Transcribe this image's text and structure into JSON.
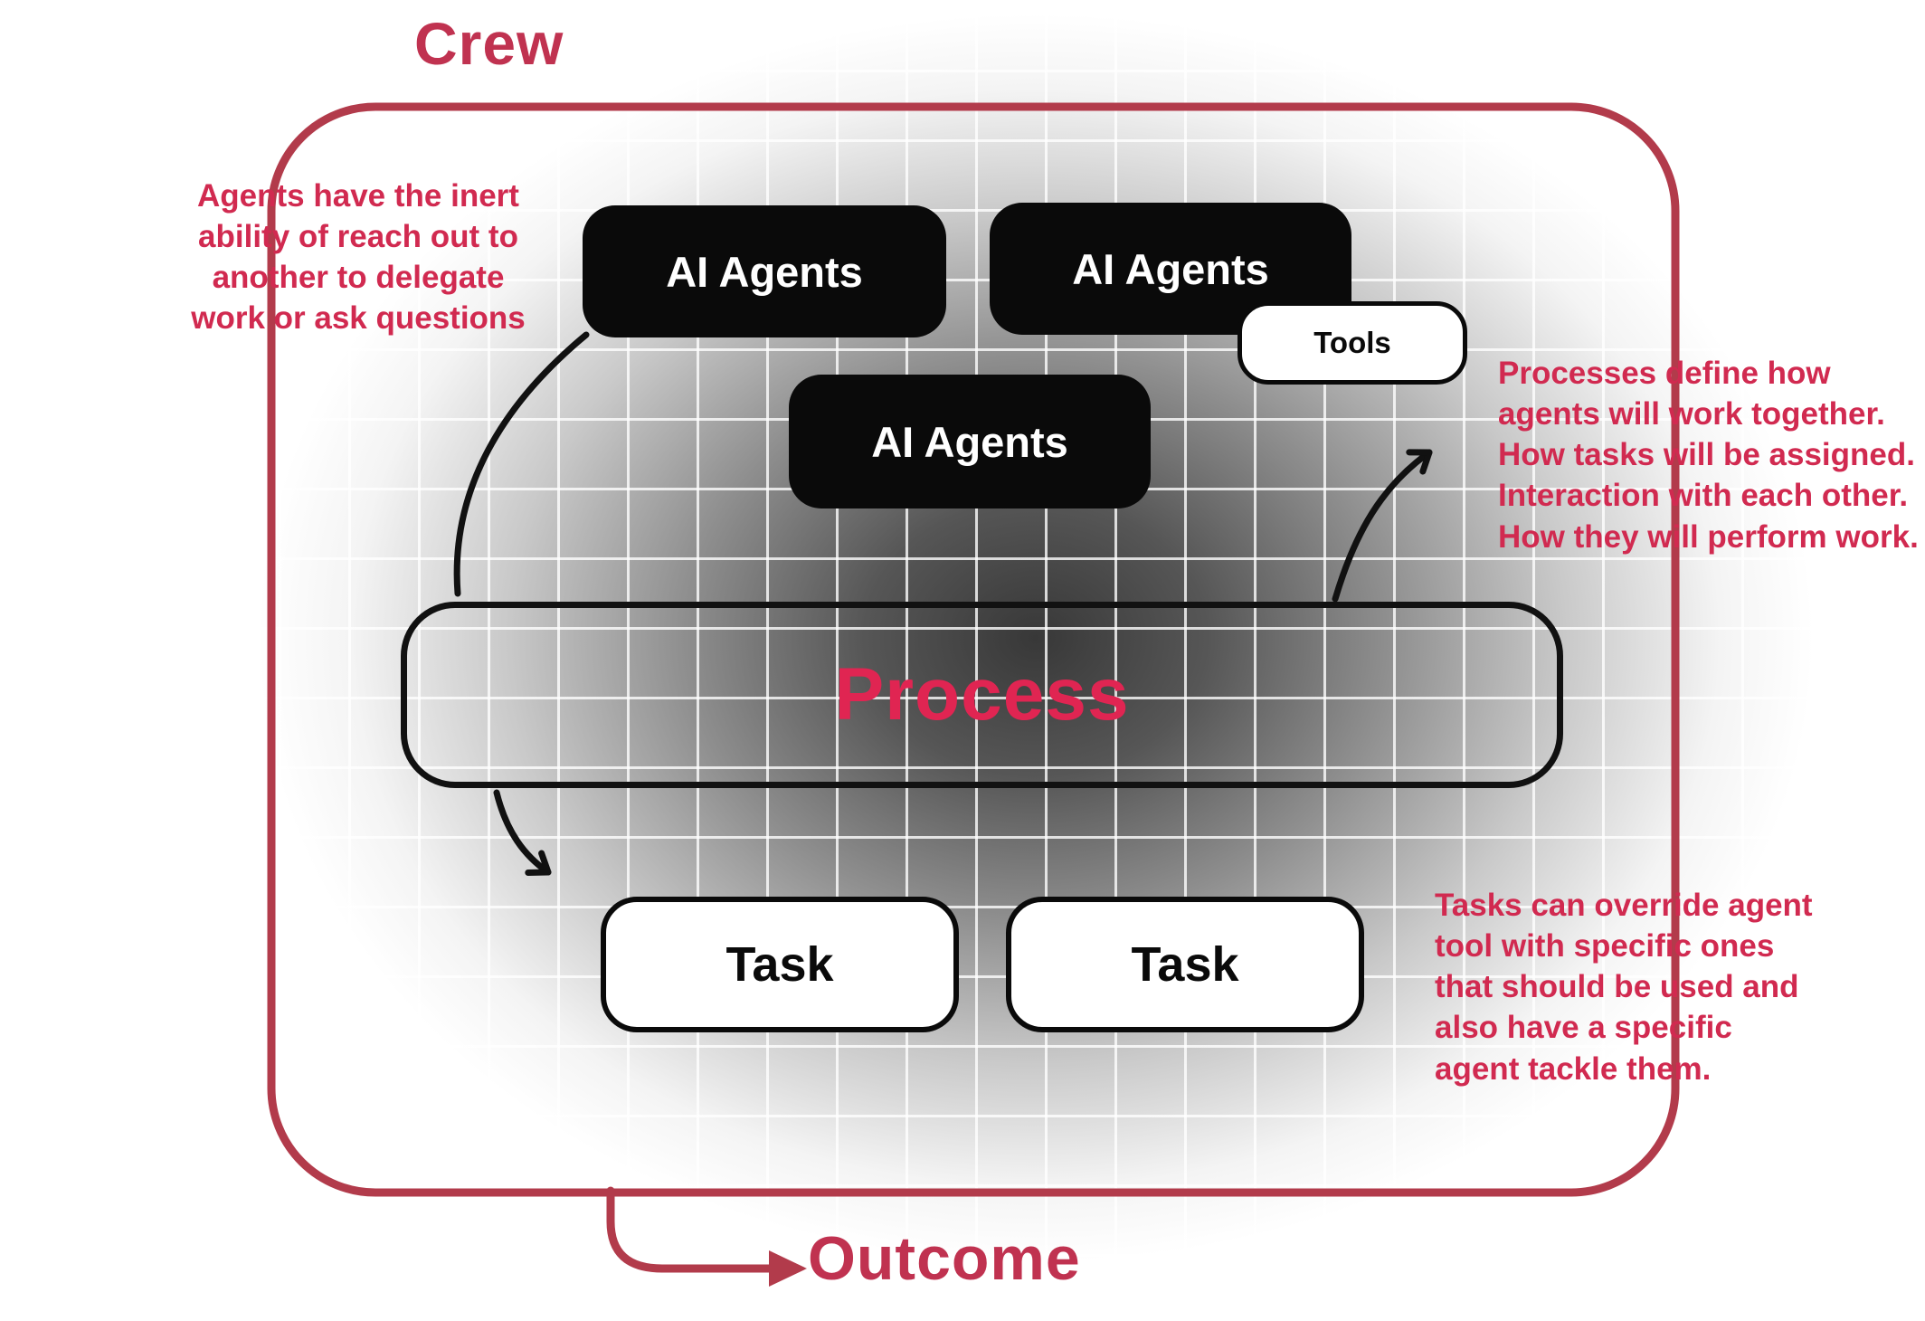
{
  "diagram": {
    "title": "Crew",
    "outcome": "Outcome",
    "process": "Process",
    "agent_boxes": [
      "AI Agents",
      "AI Agents",
      "AI Agents"
    ],
    "tools": "Tools",
    "task_boxes": [
      "Task",
      "Task"
    ],
    "annotations": {
      "left": [
        "Agents have the inert",
        "ability of reach out to",
        "another to delegate",
        "work or ask questions"
      ],
      "right_top": [
        "Processes define how",
        "agents will work together.",
        "How tasks will be assigned.",
        "Interaction with each other.",
        "How they will perform work."
      ],
      "right_bottom": [
        "Tasks can override agent",
        "tool with specific ones",
        "that should be used and",
        "also have a specific",
        "agent tackle them."
      ]
    },
    "colors": {
      "annotation_crimson": "#d12a50",
      "title_crimson": "#c03250",
      "boundary_red": "#b23b4b",
      "process_red": "#e02552",
      "box_black": "#0a0a0a"
    }
  }
}
